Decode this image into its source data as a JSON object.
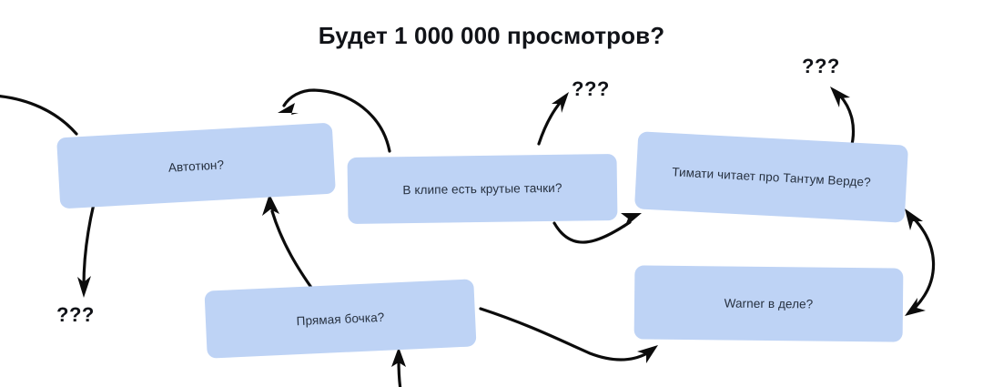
{
  "page": {
    "title": "Будет 1 000 000 просмотров?",
    "background_color": "#ffffff",
    "node_fill_color": "#bed3f5",
    "node_text_color": "#26303f",
    "arrow_color": "#0c0c0c"
  },
  "nodes": [
    {
      "id": "autotune",
      "label": "Автотюн?"
    },
    {
      "id": "cars",
      "label": "В клипе есть крутые тачки?"
    },
    {
      "id": "timati",
      "label": "Тимати читает про Тантум Верде?"
    },
    {
      "id": "barrel",
      "label": "Прямая бочка?"
    },
    {
      "id": "warner",
      "label": "Warner в деле?"
    }
  ],
  "annotations": [
    {
      "id": "qmark-left",
      "label": "???"
    },
    {
      "id": "qmark-mid",
      "label": "???"
    },
    {
      "id": "qmark-right",
      "label": "???"
    }
  ],
  "connections": [
    {
      "from": "offscreen-left",
      "to": "autotune",
      "style": "curved"
    },
    {
      "from": "cars",
      "to": "autotune",
      "style": "curved-arrow"
    },
    {
      "from": "autotune",
      "to": "qmark-left",
      "style": "curved-arrow"
    },
    {
      "from": "barrel",
      "to": "autotune",
      "style": "curved-arrow"
    },
    {
      "from": "cars",
      "to": "qmark-mid",
      "style": "curved-arrow"
    },
    {
      "from": "cars",
      "to": "timati",
      "style": "curved-arrow"
    },
    {
      "from": "barrel",
      "to": "warner",
      "style": "curved-arrow"
    },
    {
      "from": "timati",
      "to": "qmark-right",
      "style": "curved-arrow"
    },
    {
      "from": "timati",
      "to": "warner",
      "style": "double-arrow"
    },
    {
      "from": "offscreen-bottom",
      "to": "barrel",
      "style": "straight-arrow"
    }
  ]
}
